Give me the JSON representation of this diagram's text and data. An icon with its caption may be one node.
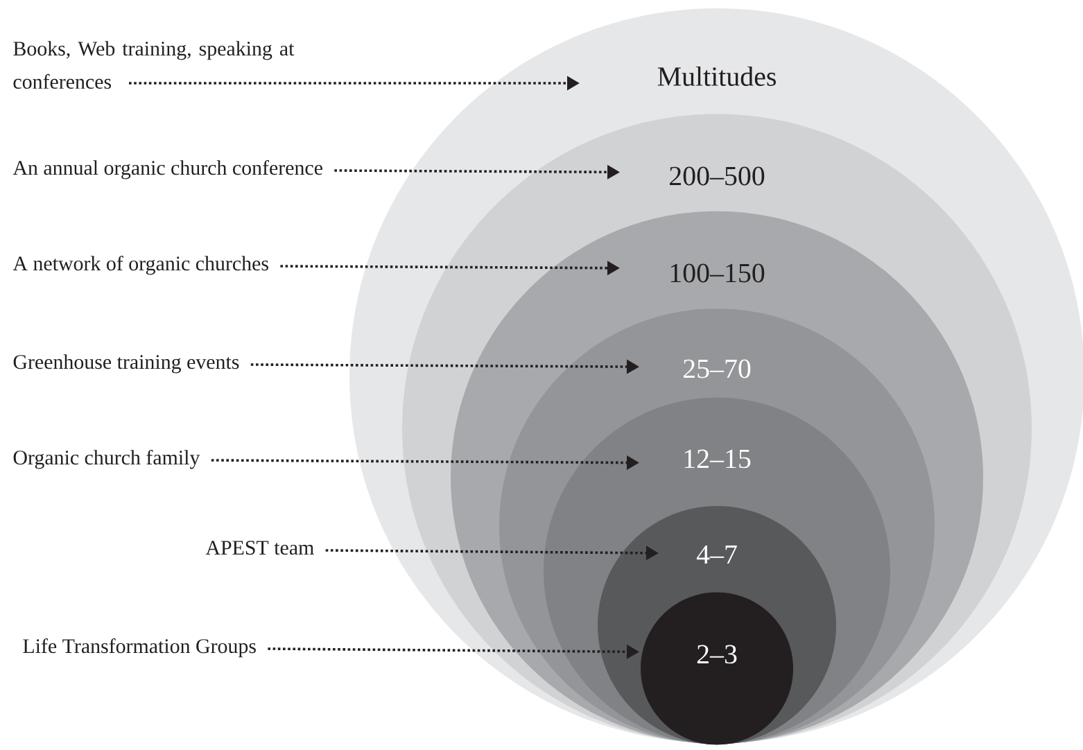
{
  "diagram": {
    "nodes": [
      {
        "text": [
          "Multitudes"
        ]
      },
      {
        "text": [
          "200–500"
        ],
        "in": 0
      },
      {
        "text": [
          "100–150"
        ],
        "in": 1
      },
      {
        "text": [
          "25–70"
        ],
        "in": 2
      },
      {
        "text": [
          "12–15"
        ],
        "in": 3
      },
      {
        "text": [
          "4–7"
        ],
        "in": 4
      },
      {
        "text": [
          "2–3"
        ],
        "in": 5
      },
      {
        "text": [
          "Books, Web training, speaking at conferences"
        ]
      },
      {
        "text": [
          "An annual organic church conference"
        ]
      },
      {
        "text": [
          "A network of organic churches"
        ]
      },
      {
        "text": [
          "Greenhouse training events"
        ]
      },
      {
        "text": [
          "Organic church family"
        ]
      },
      {
        "text": [
          "APEST team"
        ]
      },
      {
        "text": [
          "Life Transformation Groups"
        ]
      }
    ],
    "edges": [
      {
        "from": 7,
        "to": 0,
        "arrow": "to"
      },
      {
        "from": 8,
        "to": 1,
        "arrow": "to"
      },
      {
        "from": 9,
        "to": 2,
        "arrow": "to"
      },
      {
        "from": 10,
        "to": 3,
        "arrow": "to"
      },
      {
        "from": 11,
        "to": 4,
        "arrow": "to"
      },
      {
        "from": 12,
        "to": 5,
        "arrow": "to"
      },
      {
        "from": 13,
        "to": 6,
        "arrow": "to"
      }
    ]
  }
}
